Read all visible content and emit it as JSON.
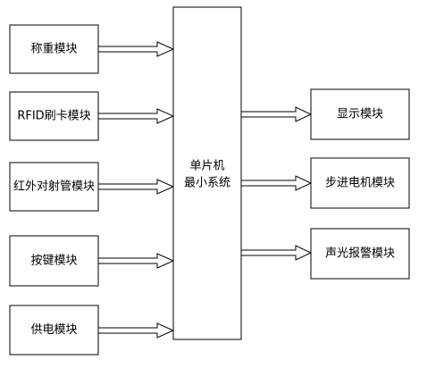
{
  "inputs": [
    {
      "label": "称重模块"
    },
    {
      "label": "RFID刷卡模块"
    },
    {
      "label": "红外对射管模块"
    },
    {
      "label": "按键模块"
    },
    {
      "label": "供电模块"
    }
  ],
  "center": {
    "line1": "单片机",
    "line2": "最小系统"
  },
  "outputs": [
    {
      "label": "显示模块"
    },
    {
      "label": "步进电机模块"
    },
    {
      "label": "声光报警模块"
    }
  ],
  "colors": {
    "stroke": "#000000",
    "fill": "#ffffff",
    "text": "#000000"
  }
}
